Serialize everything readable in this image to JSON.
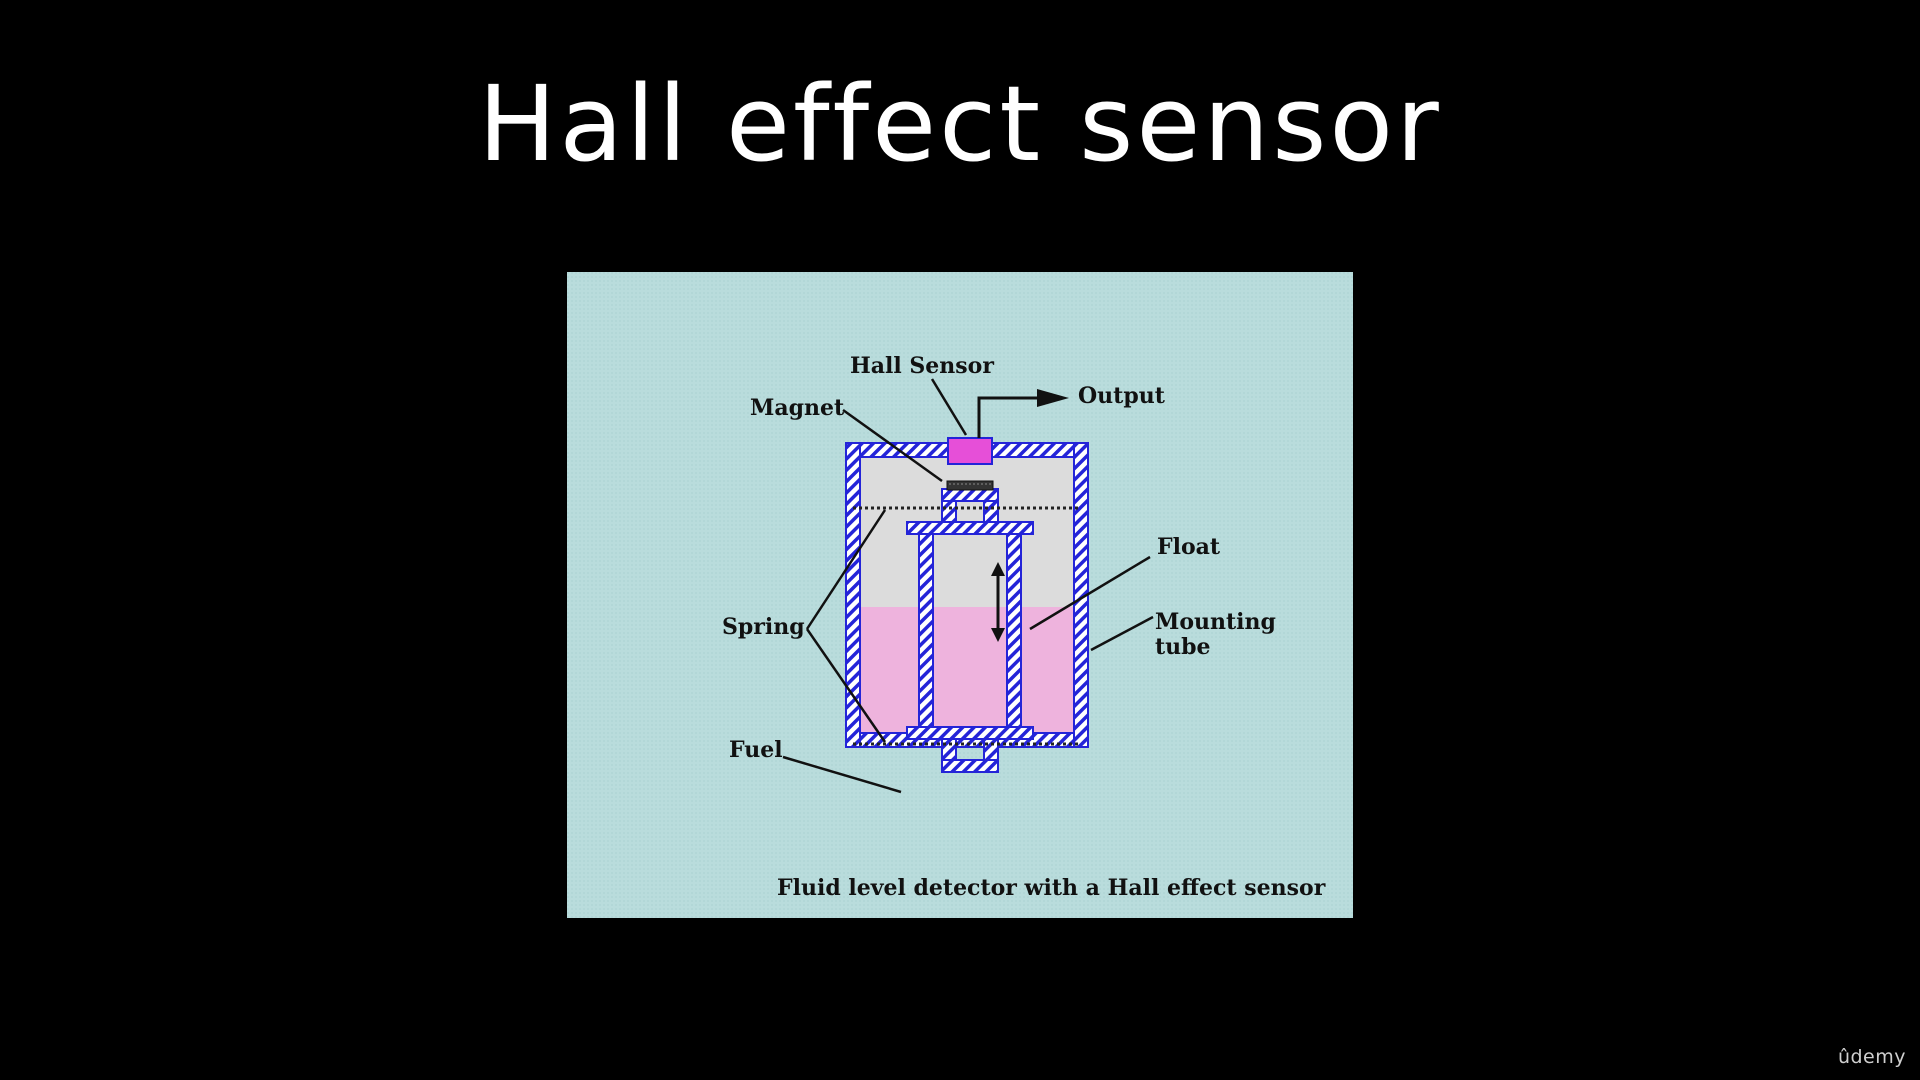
{
  "slide": {
    "title": "Hall effect sensor"
  },
  "diagram": {
    "labels": {
      "hall_sensor": "Hall Sensor",
      "output": "Output",
      "magnet": "Magnet",
      "float": "Float",
      "spring": "Spring",
      "mounting_tube_line1": "Mounting",
      "mounting_tube_line2": "tube",
      "fuel": "Fuel"
    },
    "caption": "Fluid level detector with a Hall effect sensor",
    "colors": {
      "background": "#b9dcdc",
      "tube_blue": "#2424d8",
      "sensor_magenta": "#e64fd8",
      "fuel_pink": "#eeb3dd",
      "air_gray": "#dcdcdc"
    }
  },
  "branding": {
    "logo_text": "ûdemy"
  }
}
